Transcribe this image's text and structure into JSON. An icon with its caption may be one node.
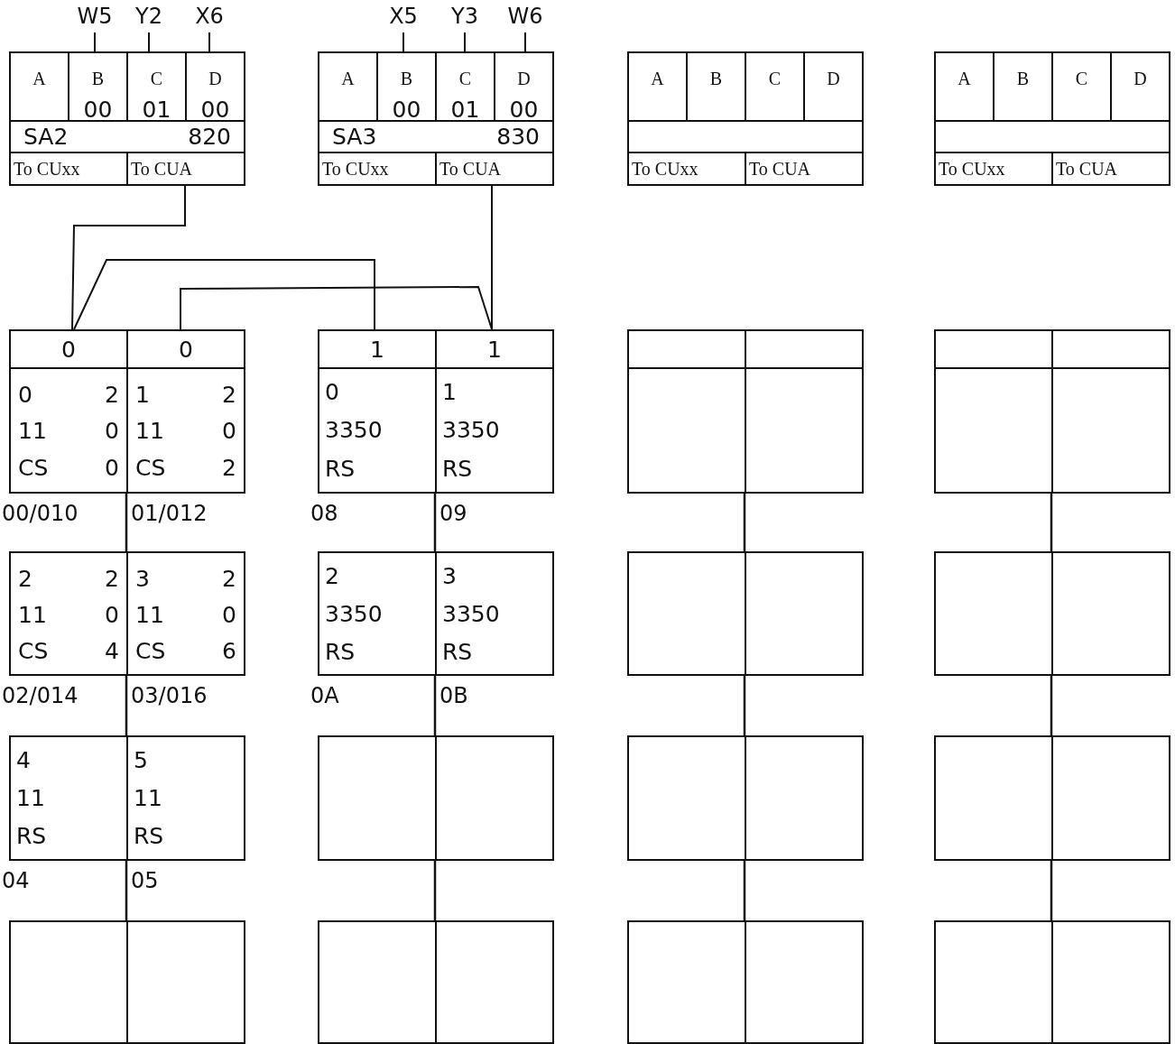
{
  "diagram": {
    "nodes": [
      {
        "text": [
          "W5"
        ]
      },
      {
        "text": [
          "Y2"
        ]
      },
      {
        "text": [
          "X6"
        ]
      },
      {
        "text": [
          "X5"
        ]
      },
      {
        "text": [
          "Y3"
        ]
      },
      {
        "text": [
          "W6"
        ]
      },
      {
        "text": [
          "A"
        ]
      },
      {
        "text": [
          "B",
          "00"
        ]
      },
      {
        "text": [
          "C",
          "01"
        ]
      },
      {
        "text": [
          "D",
          "00"
        ]
      },
      {
        "text": [
          "SA2",
          "820"
        ]
      },
      {
        "text": [
          "To CUxx"
        ]
      },
      {
        "text": [
          "To CUA"
        ]
      },
      {
        "text": [
          "A"
        ]
      },
      {
        "text": [
          "B",
          "00"
        ]
      },
      {
        "text": [
          "C",
          "01"
        ]
      },
      {
        "text": [
          "D",
          "00"
        ]
      },
      {
        "text": [
          "SA3",
          "830"
        ]
      },
      {
        "text": [
          "To CUxx"
        ]
      },
      {
        "text": [
          "To CUA"
        ]
      },
      {
        "text": [
          "A"
        ]
      },
      {
        "text": [
          "B"
        ]
      },
      {
        "text": [
          "C"
        ]
      },
      {
        "text": [
          "D"
        ]
      },
      {
        "text": [],
        "shape": "box"
      },
      {
        "text": [
          "To CUxx"
        ]
      },
      {
        "text": [
          "To CUA"
        ]
      },
      {
        "text": [
          "A"
        ]
      },
      {
        "text": [
          "B"
        ]
      },
      {
        "text": [
          "C"
        ]
      },
      {
        "text": [
          "D"
        ]
      },
      {
        "text": [],
        "shape": "box"
      },
      {
        "text": [
          "To CUxx"
        ]
      },
      {
        "text": [
          "To CUA"
        ]
      },
      {
        "text": [
          "0"
        ]
      },
      {
        "text": [
          "0"
        ]
      },
      {
        "text": [
          "0",
          "2",
          "11",
          "0",
          "CS",
          "0"
        ],
        "beside": [
          "00/010"
        ]
      },
      {
        "text": [
          "1",
          "2",
          "11",
          "0",
          "CS",
          "2"
        ],
        "beside": [
          "01/012"
        ]
      },
      {
        "text": [
          "2",
          "2",
          "11",
          "0",
          "CS",
          "4"
        ],
        "beside": [
          "02/014"
        ]
      },
      {
        "text": [
          "3",
          "2",
          "11",
          "0",
          "CS",
          "6"
        ],
        "beside": [
          "03/016"
        ]
      },
      {
        "text": [
          "4",
          "11",
          "RS"
        ],
        "beside": [
          "04"
        ]
      },
      {
        "text": [
          "5",
          "11",
          "RS"
        ],
        "beside": [
          "05"
        ]
      },
      {
        "text": [],
        "shape": "box"
      },
      {
        "text": [],
        "shape": "box"
      },
      {
        "text": [
          "1"
        ]
      },
      {
        "text": [
          "1"
        ]
      },
      {
        "text": [
          "0",
          "3350",
          "RS"
        ],
        "beside": [
          "08"
        ]
      },
      {
        "text": [
          "1",
          "3350",
          "RS"
        ],
        "beside": [
          "09"
        ]
      },
      {
        "text": [
          "2",
          "3350",
          "RS"
        ],
        "beside": [
          "0A"
        ]
      },
      {
        "text": [
          "3",
          "3350",
          "RS"
        ],
        "beside": [
          "0B"
        ]
      },
      {
        "text": [],
        "shape": "box"
      },
      {
        "text": [],
        "shape": "box"
      },
      {
        "text": [],
        "shape": "box"
      },
      {
        "text": [],
        "shape": "box"
      },
      {
        "text": [],
        "shape": "box"
      },
      {
        "text": [],
        "shape": "box"
      },
      {
        "text": [],
        "shape": "box"
      },
      {
        "text": [],
        "shape": "box"
      },
      {
        "text": [],
        "shape": "box"
      },
      {
        "text": [],
        "shape": "box"
      },
      {
        "text": [],
        "shape": "box"
      },
      {
        "text": [],
        "shape": "box"
      },
      {
        "text": [],
        "shape": "box"
      },
      {
        "text": [],
        "shape": "box"
      },
      {
        "text": [],
        "shape": "box"
      },
      {
        "text": [],
        "shape": "box"
      },
      {
        "text": [],
        "shape": "box"
      },
      {
        "text": [],
        "shape": "box"
      },
      {
        "text": [],
        "shape": "box"
      },
      {
        "text": [],
        "shape": "box"
      },
      {
        "text": [],
        "shape": "box"
      },
      {
        "text": [],
        "shape": "box"
      },
      {
        "text": [],
        "shape": "box"
      },
      {
        "text": [],
        "shape": "box"
      }
    ],
    "edges": [
      {
        "from": 0,
        "to": 7,
        "arrow": "none"
      },
      {
        "from": 1,
        "to": 8,
        "arrow": "none"
      },
      {
        "from": 2,
        "to": 9,
        "arrow": "none"
      },
      {
        "from": 3,
        "to": 14,
        "arrow": "none"
      },
      {
        "from": 4,
        "to": 15,
        "arrow": "none"
      },
      {
        "from": 5,
        "to": 16,
        "arrow": "none"
      },
      {
        "from": 12,
        "to": 34,
        "arrow": "none"
      },
      {
        "from": 34,
        "to": 44,
        "arrow": "none"
      },
      {
        "from": 35,
        "to": 45,
        "arrow": "none"
      },
      {
        "from": 19,
        "to": 45,
        "arrow": "none"
      }
    ]
  }
}
